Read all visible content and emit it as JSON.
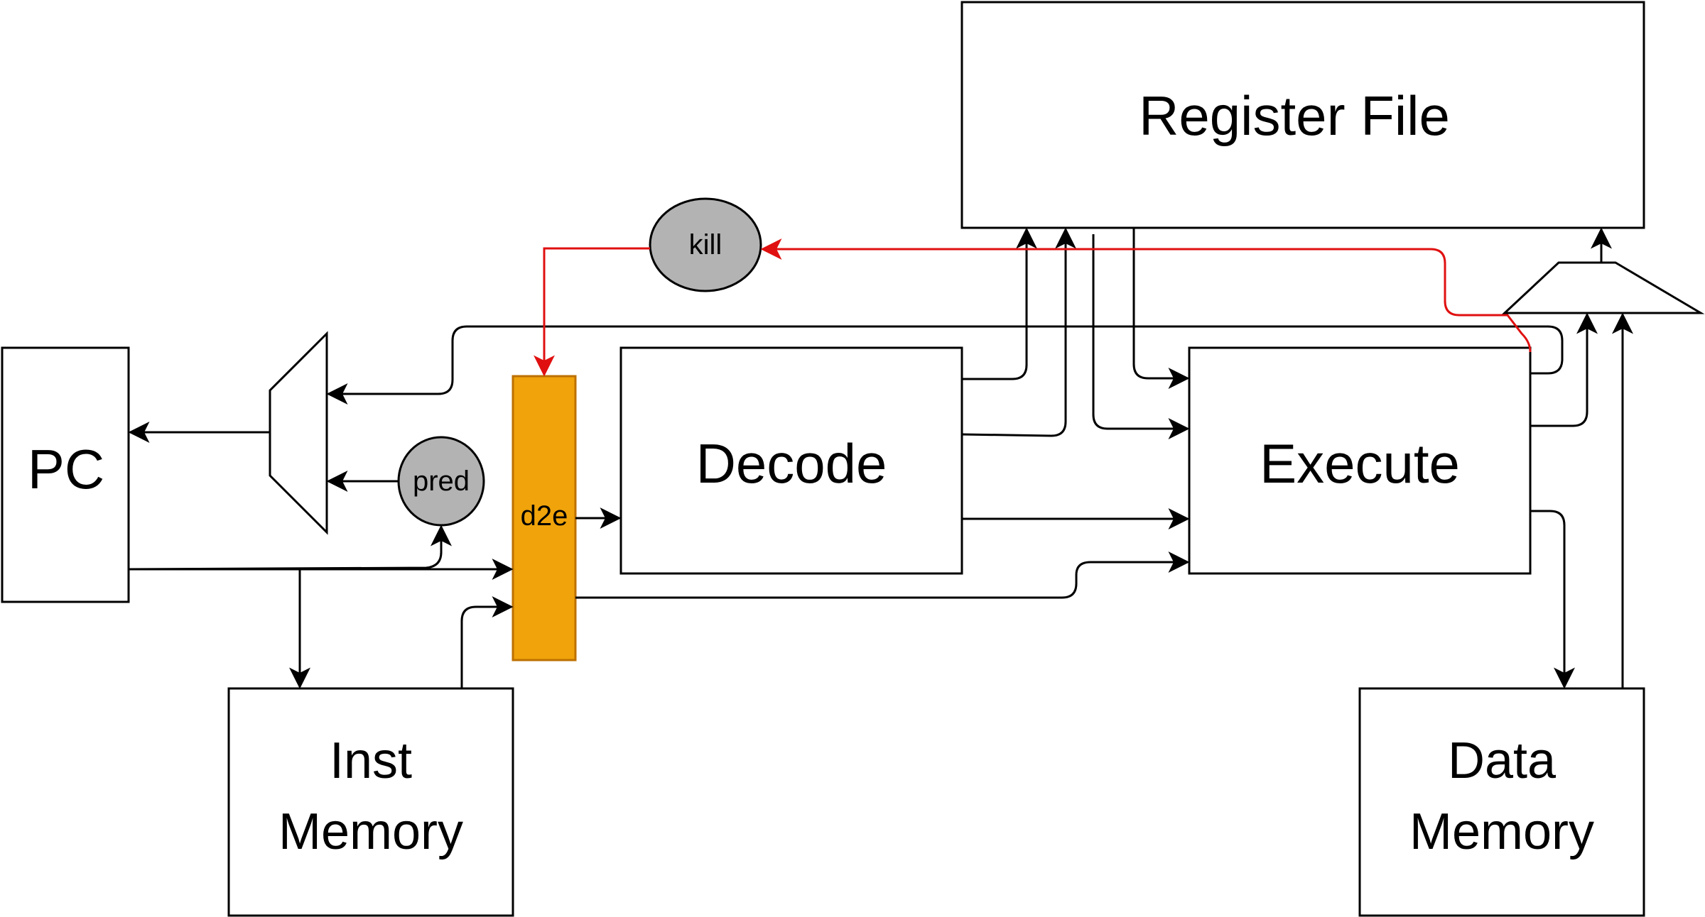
{
  "blocks": {
    "register_file": "Register File",
    "pc": "PC",
    "decode": "Decode",
    "execute": "Execute",
    "inst_memory": [
      "Inst",
      "Memory"
    ],
    "data_memory": [
      "Data",
      "Memory"
    ],
    "d2e": "d2e"
  },
  "nodes": {
    "kill": "kill",
    "pred": "pred"
  },
  "colors": {
    "pipeline_register": "#F0A30A",
    "pipeline_register_border": "#BD7000",
    "node_fill": "#B3B3B3",
    "kill_path": "#E01010",
    "wire": "#000000"
  }
}
